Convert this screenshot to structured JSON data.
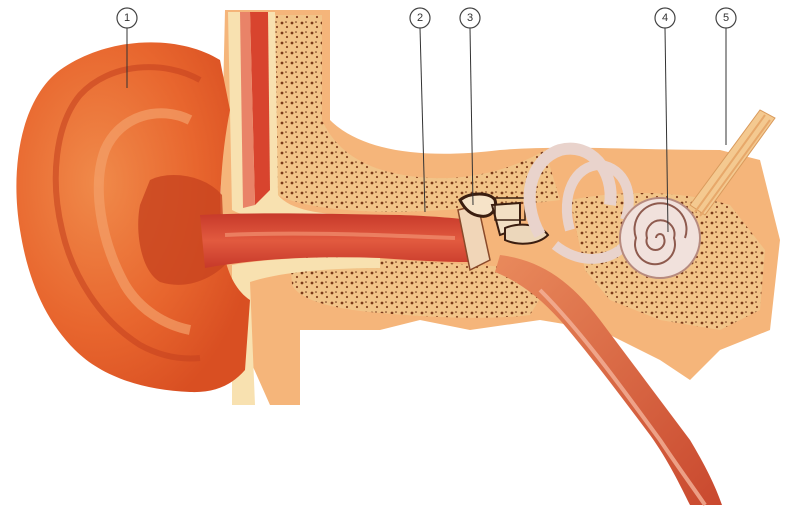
{
  "callouts": [
    {
      "label": "1"
    },
    {
      "label": "2"
    },
    {
      "label": "3"
    },
    {
      "label": "4"
    },
    {
      "label": "5"
    }
  ],
  "colors": {
    "skin_outer": "#e8602a",
    "skin_mid": "#f08a4a",
    "skin_light": "#f7b57e",
    "bone": "#f6c98a",
    "bone_dots": "#7a3a1a",
    "canal": "#e0574a",
    "muscle": "#d8442e",
    "cartilage": "#f8e1b0",
    "inner_ear": "#ead7d0",
    "background": "#ffffff"
  }
}
